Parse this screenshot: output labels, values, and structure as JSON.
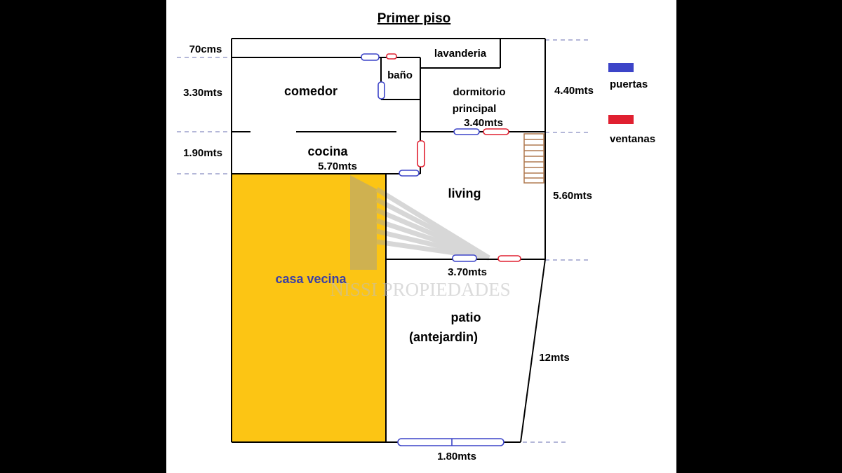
{
  "title": "Primer piso",
  "rooms": {
    "lavanderia": "lavanderia",
    "bano": "baño",
    "comedor": "comedor",
    "dormitorio_line1": "dormitorio",
    "dormitorio_line2": "principal",
    "cocina": "cocina",
    "living": "living",
    "patio_line1": "patio",
    "patio_line2": "(antejardin)",
    "casa_vecina": "casa vecina"
  },
  "dimensions": {
    "left_top": "70cms",
    "left_comedor": "3.30mts",
    "left_cocina": "1.90mts",
    "cocina_width": "5.70mts",
    "dormitorio_width": "3.40mts",
    "right_top": "4.40mts",
    "right_living": "5.60mts",
    "living_width": "3.70mts",
    "patio_side": "12mts",
    "patio_front": "1.80mts"
  },
  "legend": {
    "doors_label": "puertas",
    "windows_label": "ventanas"
  },
  "watermark": "NISSI PROPIEDADES",
  "colors": {
    "door": "#3c44c8",
    "window": "#e02030",
    "neighbor_fill": "#fcc514",
    "stairs": "#b07a50",
    "background": "#000000",
    "sheet": "#ffffff"
  }
}
